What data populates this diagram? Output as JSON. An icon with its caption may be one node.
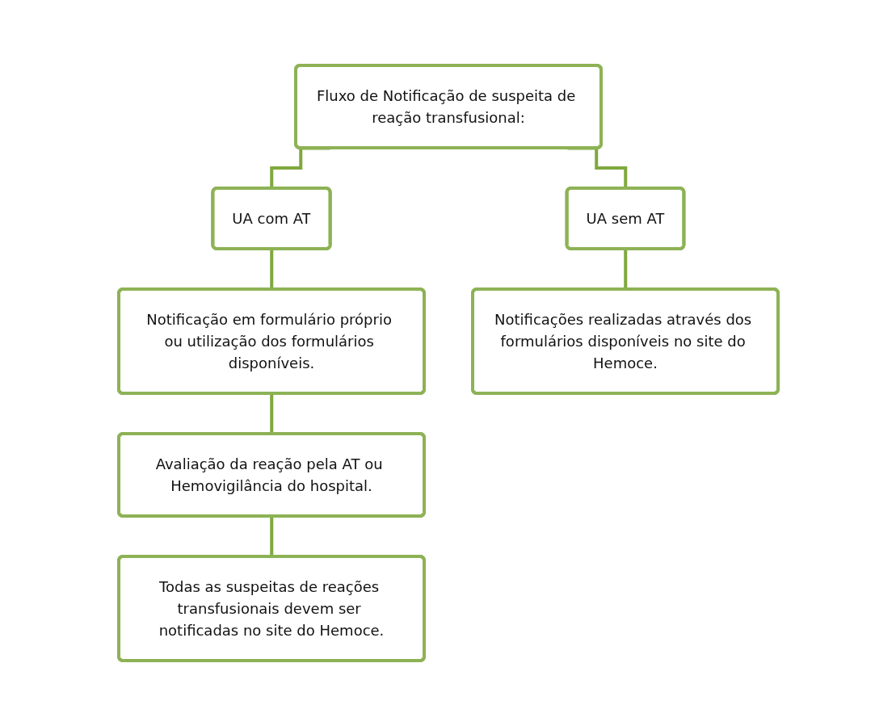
{
  "diagram": {
    "nodes": [
      {
        "text": [
          "Fluxo de Notificação de suspeita de reação transfusional:"
        ]
      },
      {
        "text": [
          "UA com AT"
        ]
      },
      {
        "text": [
          "UA sem AT"
        ]
      },
      {
        "text": [
          "Notificação em formulário próprio ou utilização dos formulários disponíveis."
        ]
      },
      {
        "text": [
          "Avaliação da reação pela AT ou Hemovigilância do hospital."
        ]
      },
      {
        "text": [
          "Todas as suspeitas de reações transfusionais devem ser notificadas no site do Hemoce."
        ]
      },
      {
        "text": [
          "Notificações realizadas através dos formulários disponíveis no site do Hemoce."
        ]
      }
    ],
    "edges": [
      {
        "from": 0,
        "to": 1,
        "arrow": "none"
      },
      {
        "from": 0,
        "to": 2,
        "arrow": "none"
      },
      {
        "from": 1,
        "to": 3,
        "arrow": "none"
      },
      {
        "from": 3,
        "to": 4,
        "arrow": "none"
      },
      {
        "from": 4,
        "to": 5,
        "arrow": "none"
      },
      {
        "from": 2,
        "to": 6,
        "arrow": "none"
      }
    ]
  }
}
